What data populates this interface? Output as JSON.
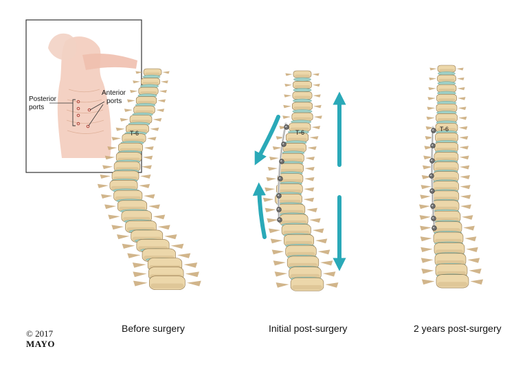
{
  "inset": {
    "posterior_label_line1": "Posterior",
    "posterior_label_line2": "ports",
    "anterior_label_line1": "Anterior",
    "anterior_label_line2": "ports"
  },
  "panels": [
    {
      "caption": "Before surgery",
      "vertebra_label": "T-6"
    },
    {
      "caption": "Initial post-surgery",
      "vertebra_label": "T-6"
    },
    {
      "caption": "2 years post-surgery",
      "vertebra_label": "T-6"
    }
  ],
  "copyright": {
    "year_line": "© 2017",
    "brand": "MAYO"
  },
  "colors": {
    "bone": "#ecd7aa",
    "bone_shadow": "#c9a877",
    "bone_outline": "#8c7045",
    "disc": "#9fd0c6",
    "arrow": "#2aa9b8",
    "screw": "#6e6e6e",
    "skin": "#f2c9b8"
  }
}
